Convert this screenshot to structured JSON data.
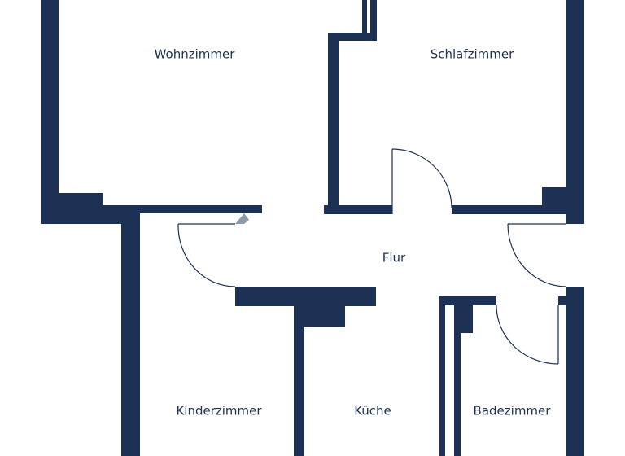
{
  "colors": {
    "wall": "#1c3153",
    "background": "#ffffff"
  },
  "rooms": {
    "wohnzimmer": "Wohnzimmer",
    "schlafzimmer": "Schlafzimmer",
    "flur": "Flur",
    "kinderzimmer": "Kinderzimmer",
    "kueche": "Küche",
    "badezimmer": "Badezimmer"
  }
}
